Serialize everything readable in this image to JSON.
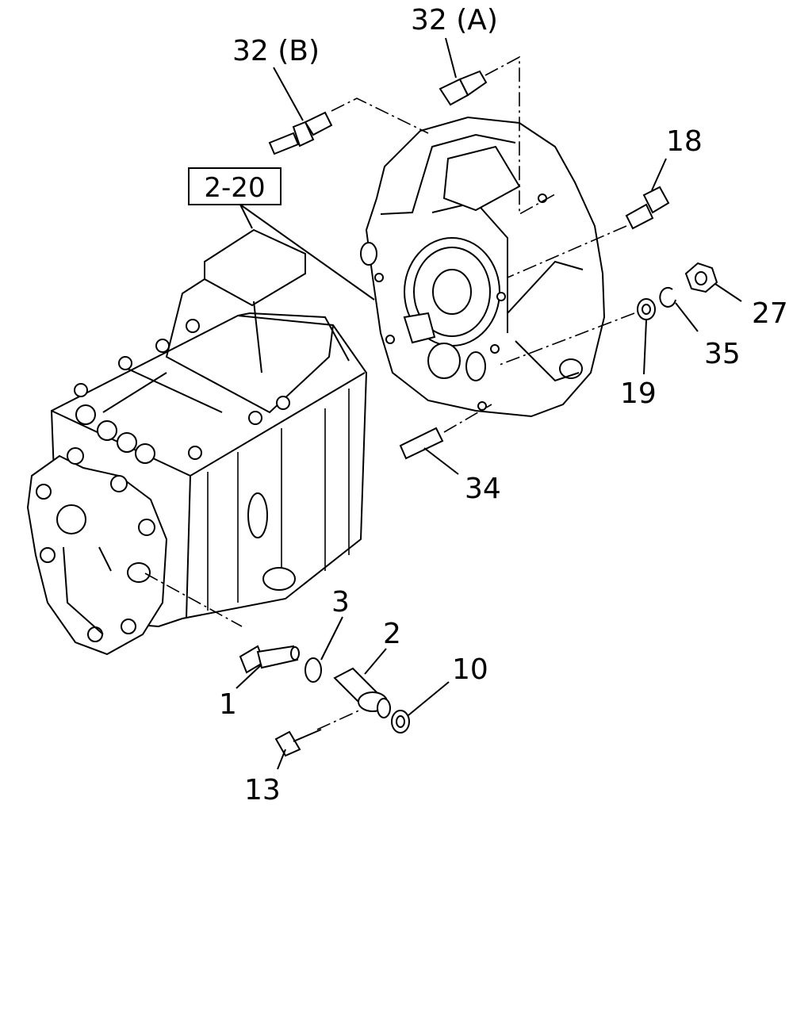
{
  "labels": {
    "p32a": "32 (A)",
    "p32b": "32 (B)",
    "p18": "18",
    "p27": "27",
    "p35": "35",
    "p19": "19",
    "p34": "34",
    "p3": "3",
    "p2": "2",
    "p10": "10",
    "p1": "1",
    "p13": "13",
    "ref": "2-20"
  }
}
